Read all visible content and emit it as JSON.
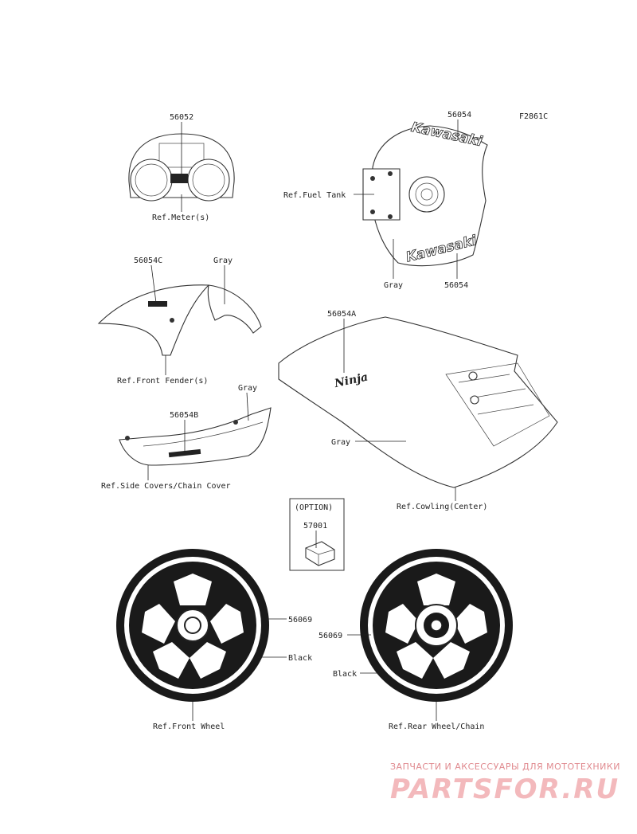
{
  "figure_code": "F2861C",
  "labels": {
    "meter_part": "56052",
    "meter_ref": "Ref.Meter(s)",
    "tank_part_top": "56054",
    "tank_part_bottom": "56054",
    "tank_ref": "Ref.Fuel Tank",
    "tank_color": "Gray",
    "fender_part": "56054C",
    "fender_color": "Gray",
    "fender_ref": "Ref.Front Fender(s)",
    "side_color": "Gray",
    "side_part": "56054B",
    "side_ref": "Ref.Side Covers/Chain Cover",
    "cowl_part": "56054A",
    "cowl_color": "Gray",
    "cowl_ref": "Ref.Cowling(Center)",
    "option_title": "(OPTION)",
    "option_part": "57001",
    "front_wheel_part": "56069",
    "front_wheel_color": "Black",
    "front_wheel_ref": "Ref.Front Wheel",
    "rear_wheel_part": "56069",
    "rear_wheel_color": "Black",
    "rear_wheel_ref": "Ref.Rear Wheel/Chain"
  },
  "decals": {
    "tank_brand": "Kawasaki",
    "cowl_script": "Ninja"
  },
  "watermark": {
    "tagline": "ЗАПЧАСТИ И АКСЕССУАРЫ ДЛЯ МОТОТЕХНИКИ",
    "brand": "PARTSFOR.RU",
    "color": "#e97f86"
  }
}
